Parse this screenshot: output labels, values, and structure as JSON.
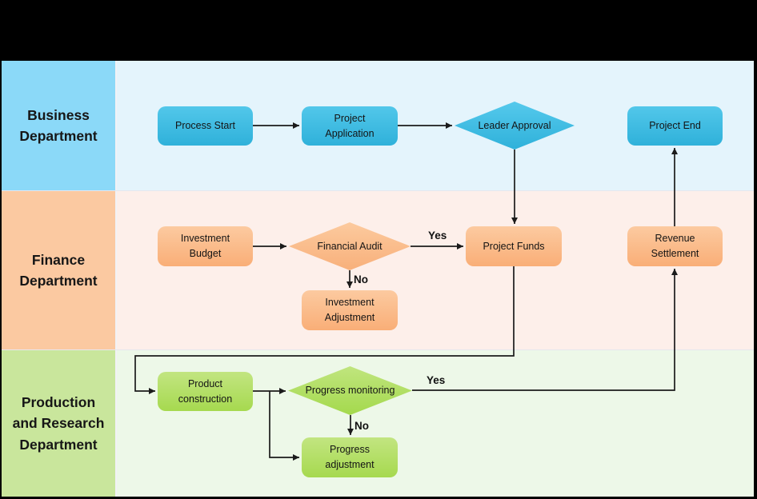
{
  "lanes": [
    {
      "id": "business",
      "label": "Business\nDepartment",
      "header_color": "#8bd9f8",
      "body_color": "#e4f4fc"
    },
    {
      "id": "finance",
      "label": "Finance\nDepartment",
      "header_color": "#fbc9a1",
      "body_color": "#fdefea"
    },
    {
      "id": "production",
      "label": "Production\nand Research\nDepartment",
      "header_color": "#c9e69c",
      "body_color": "#edf8e8"
    }
  ],
  "nodes": {
    "process_start": {
      "label": "Process Start",
      "shape": "rounded-rect",
      "color": "#3fbce2"
    },
    "project_application": {
      "label": "Project\nApplication",
      "shape": "rounded-rect",
      "color": "#3fbce2"
    },
    "leader_approval": {
      "label": "Leader Approval",
      "shape": "diamond",
      "color": "#3fbce2"
    },
    "project_end": {
      "label": "Project End",
      "shape": "rounded-rect",
      "color": "#3fbce2"
    },
    "investment_budget": {
      "label": "Investment\nBudget",
      "shape": "rounded-rect",
      "color": "#f9b888"
    },
    "financial_audit": {
      "label": "Financial Audit",
      "shape": "diamond",
      "color": "#f9b888"
    },
    "project_funds": {
      "label": "Project Funds",
      "shape": "rounded-rect",
      "color": "#f9b888"
    },
    "revenue_settlement": {
      "label": "Revenue\nSettlement",
      "shape": "rounded-rect",
      "color": "#f9b888"
    },
    "investment_adjustment": {
      "label": "Investment\nAdjustment",
      "shape": "rounded-rect",
      "color": "#f9b888"
    },
    "product_construction": {
      "label": "Product\nconstruction",
      "shape": "rounded-rect",
      "color": "#b0dd62"
    },
    "progress_monitoring": {
      "label": "Progress monitoring",
      "shape": "diamond",
      "color": "#b0dd62"
    },
    "progress_adjustment": {
      "label": "Progress\nadjustment",
      "shape": "rounded-rect",
      "color": "#b0dd62"
    }
  },
  "edge_labels": {
    "audit_yes": "Yes",
    "audit_no": "No",
    "monitoring_yes": "Yes",
    "monitoring_no": "No"
  },
  "edge_color": "#1b1b1b"
}
